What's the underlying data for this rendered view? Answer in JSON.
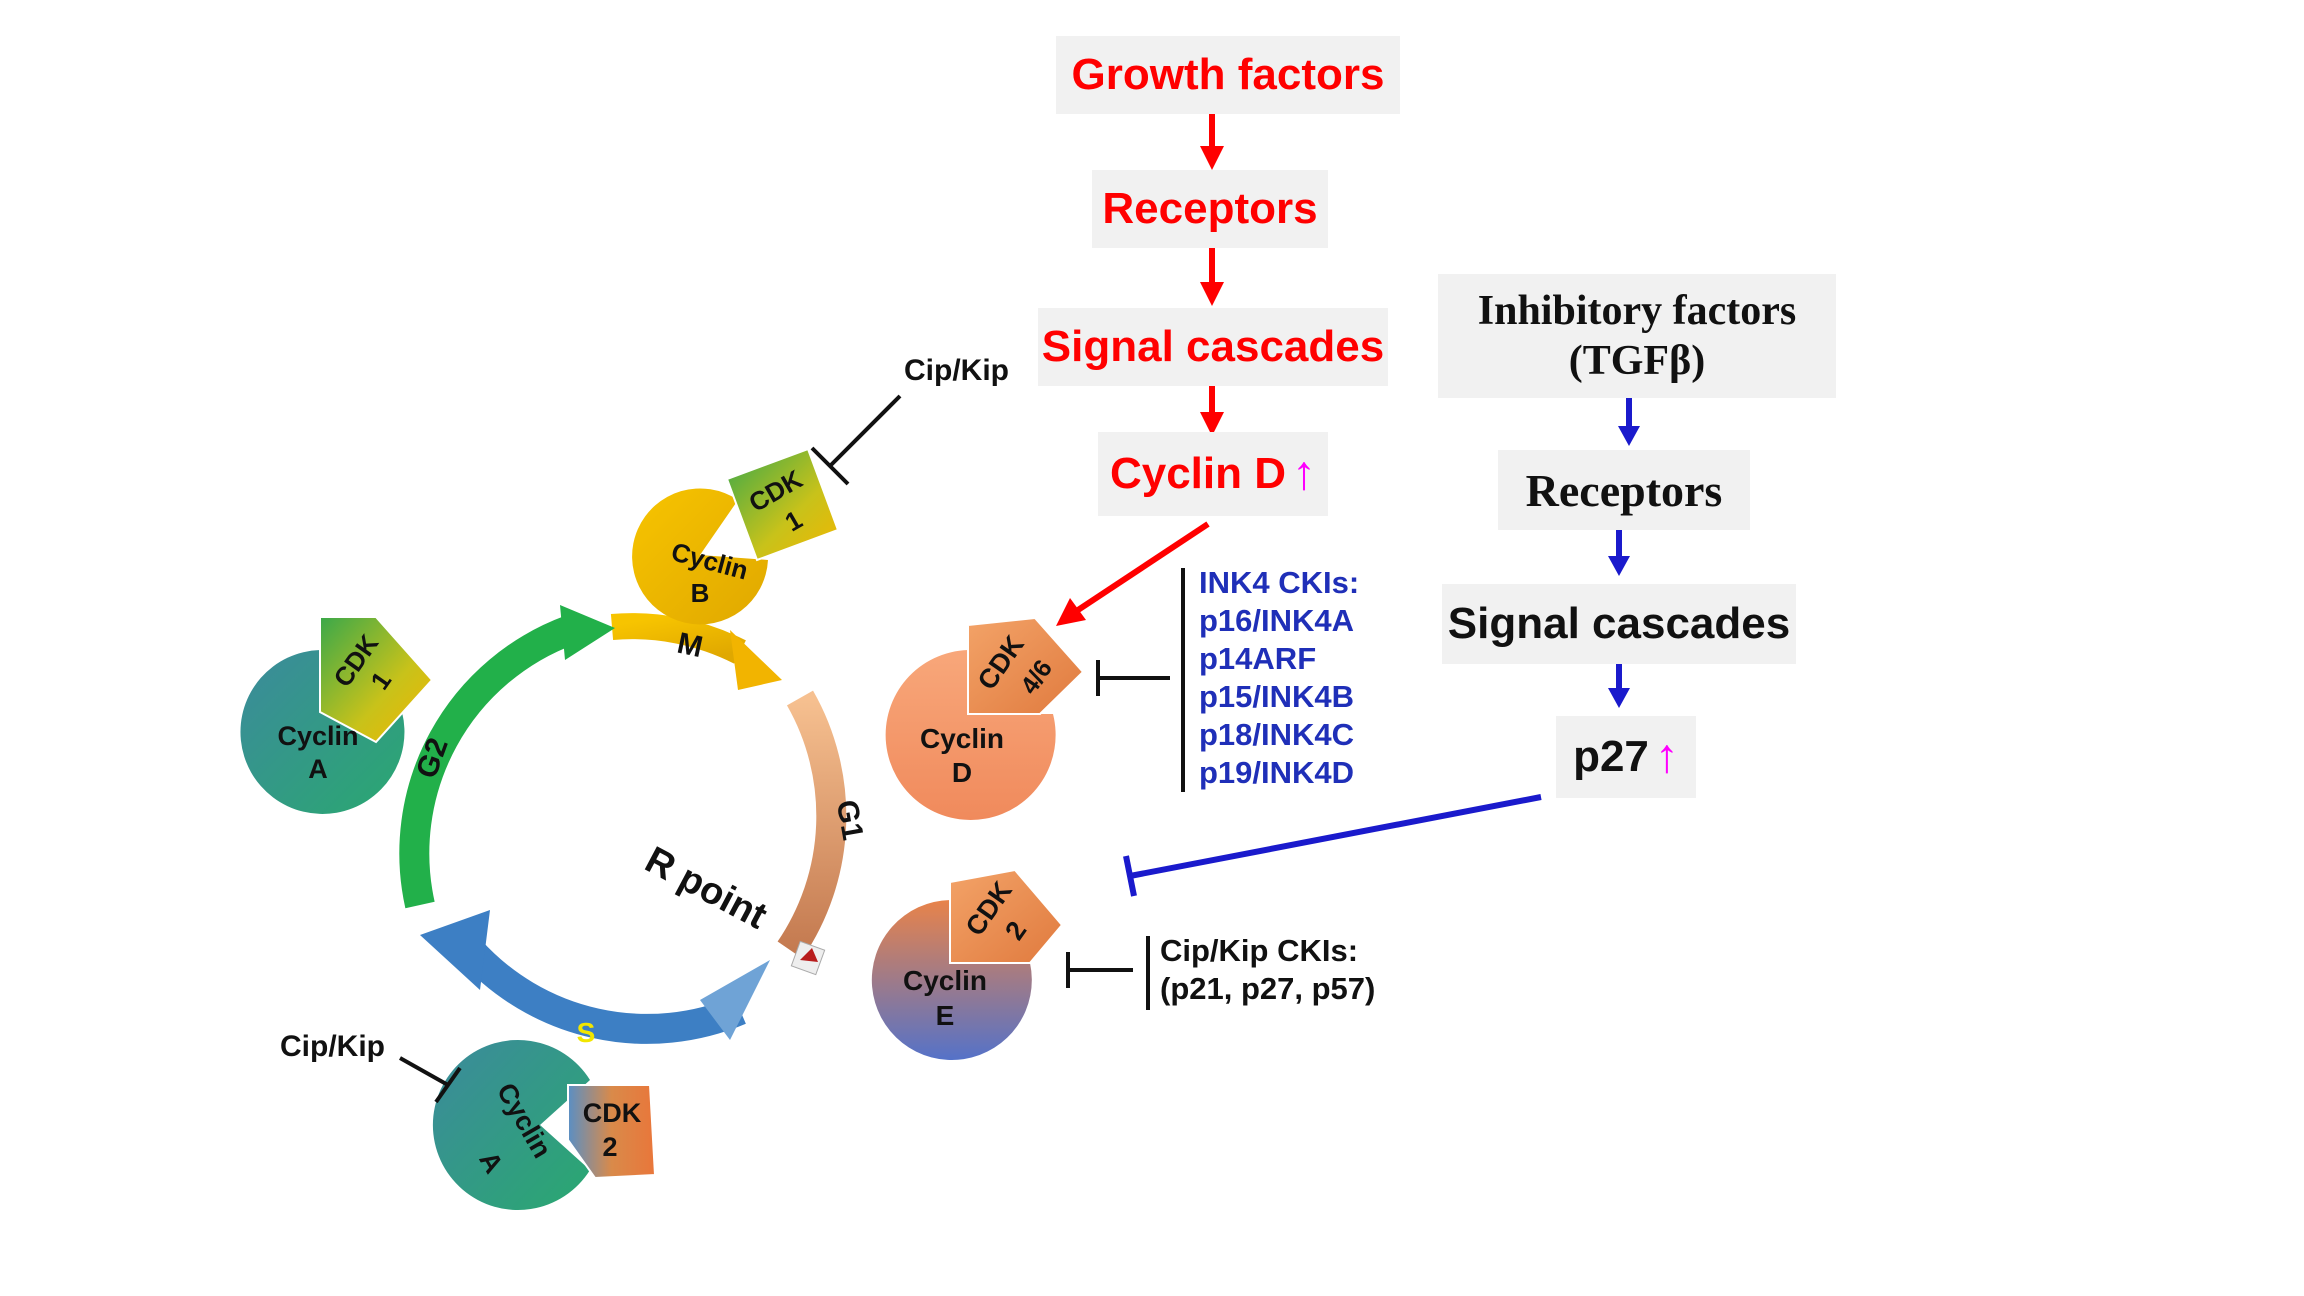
{
  "growth_pathway": {
    "steps": [
      "Growth factors",
      "Receptors",
      "Signal cascades",
      "Cyclin D"
    ]
  },
  "inhibitory_pathway": {
    "title_line1": "Inhibitory factors",
    "title_line2": "(TGFβ)",
    "steps": [
      "Receptors",
      "Signal cascades",
      "p27"
    ]
  },
  "up_arrow_glyph": "↑",
  "ink4_ckis": [
    "INK4 CKIs:",
    "p16/INK4A",
    "p14ARF",
    "p15/INK4B",
    "p18/INK4C",
    "p19/INK4D"
  ],
  "cip_kip_ckis": [
    "Cip/Kip CKIs:",
    "(p21, p27, p57)"
  ],
  "cip_kip_top": "Cip/Kip",
  "cip_kip_bottom": "Cip/Kip",
  "r_point": "R point",
  "phases": {
    "m": "M",
    "g1": "G1",
    "s": "S",
    "g2": "G2"
  },
  "complexes": {
    "cyclin_b": {
      "cyclin": [
        "Cyclin",
        "B"
      ],
      "cdk": [
        "CDK",
        "1"
      ]
    },
    "cyclin_a_left": {
      "cyclin": [
        "Cyclin",
        "A"
      ],
      "cdk": [
        "CDK",
        "1"
      ]
    },
    "cyclin_d": {
      "cyclin": [
        "Cyclin",
        "D"
      ],
      "cdk": [
        "CDK",
        "4/6"
      ]
    },
    "cyclin_e": {
      "cyclin": [
        "Cyclin",
        "E"
      ],
      "cdk": [
        "CDK",
        "2"
      ]
    },
    "cyclin_a_bottom": {
      "cyclin": [
        "Cyclin",
        "A"
      ],
      "cdk": [
        "CDK",
        "2"
      ]
    }
  },
  "colors": {
    "growth": "#ff0000",
    "inhibitory": "#1a1acc",
    "highlight": "#ff00ff",
    "ink4_text": "#1f2fb8"
  }
}
